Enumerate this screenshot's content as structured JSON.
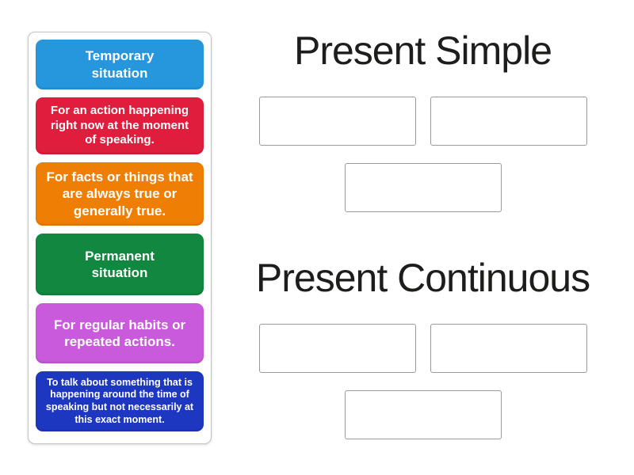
{
  "activity": {
    "kind": "group-sort"
  },
  "sidebar": {
    "cards": [
      {
        "text": "Temporary situation",
        "color": "#2697dd"
      },
      {
        "text": "For an action happening right now at the moment of speaking.",
        "color": "#df1e3d"
      },
      {
        "text": "For facts or things that are always true or generally true.",
        "color": "#ee7e04"
      },
      {
        "text": "Permanent situation",
        "color": "#11873f"
      },
      {
        "text": "For regular habits or repeated actions.",
        "color": "#c95adb"
      },
      {
        "text": "To talk about something that is happening around the time of speaking but not necessarily at this exact moment.",
        "color": "#1d37c1"
      }
    ]
  },
  "groups": [
    {
      "title": "Present Simple",
      "slot_count": 3
    },
    {
      "title": "Present Continuous",
      "slot_count": 3
    }
  ],
  "colors": {
    "title_text": "#1d1d1b",
    "slot_border": "#9a9a9a",
    "panel_border": "#c4c4c4"
  }
}
